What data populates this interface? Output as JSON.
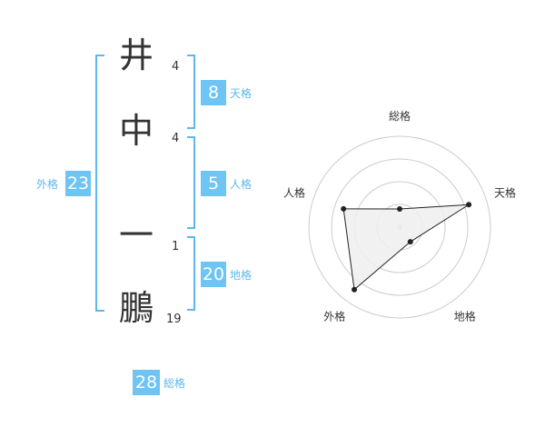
{
  "name": {
    "chars": [
      {
        "char": "井",
        "strokes": "4"
      },
      {
        "char": "中",
        "strokes": "4"
      },
      {
        "char": "一",
        "strokes": "1"
      },
      {
        "char": "鵬",
        "strokes": "19"
      }
    ]
  },
  "kakusu": {
    "tenkaku": {
      "value": "8",
      "label": "天格"
    },
    "jinkaku": {
      "value": "5",
      "label": "人格"
    },
    "chikaku": {
      "value": "20",
      "label": "地格"
    },
    "gaikaku": {
      "value": "23",
      "label": "外格"
    },
    "soukaku": {
      "value": "28",
      "label": "総格"
    }
  },
  "chart_data": {
    "type": "radar",
    "axes": [
      "総格",
      "天格",
      "地格",
      "外格",
      "人格"
    ],
    "values": [
      0.2,
      0.8,
      0.2,
      0.85,
      0.65
    ],
    "rings": 4,
    "colors": {
      "accent": "#6ec4f3",
      "line": "#222222",
      "fill": "#eeeeee",
      "ring": "#cccccc"
    }
  }
}
